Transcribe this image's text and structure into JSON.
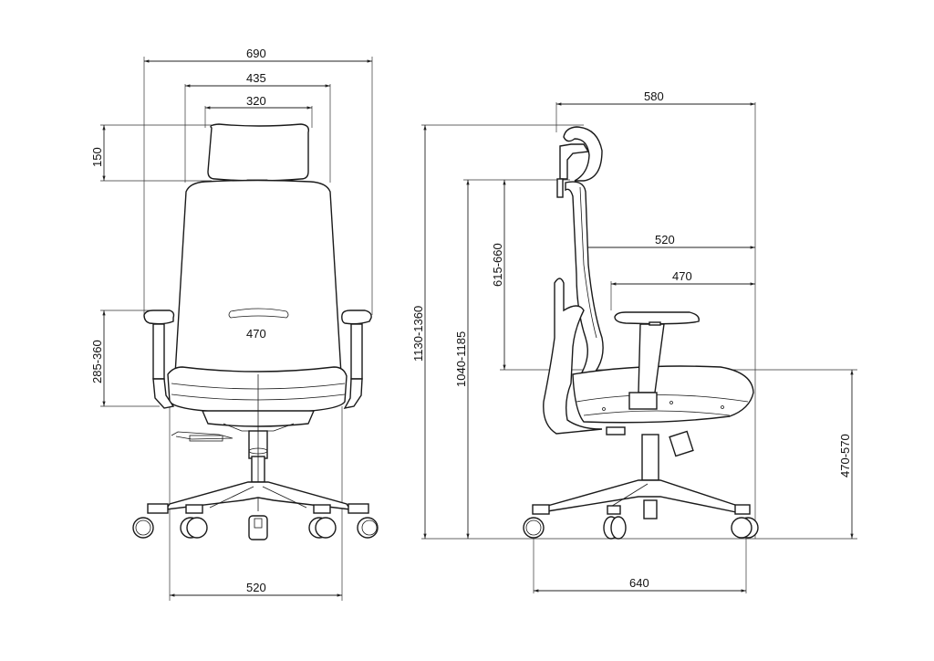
{
  "diagram": {
    "subject": "Office chair dimensional drawing",
    "views": [
      {
        "name": "front-view"
      },
      {
        "name": "side-view"
      }
    ],
    "units_implied": "mm"
  },
  "front_view": {
    "dimensions": {
      "overall_width": "690",
      "backrest_width": "435",
      "headrest_width": "320",
      "headrest_height": "150",
      "seat_width": "470",
      "armrest_height": "285-360",
      "base_width": "520"
    }
  },
  "side_view": {
    "dimensions": {
      "overall_depth": "580",
      "overall_height": "1130-1360",
      "backrest_top_height": "1040-1185",
      "backrest_height": "615-660",
      "lumbar_depth": "520",
      "seat_depth": "470",
      "seat_height": "470-570",
      "base_depth": "640"
    }
  },
  "colors": {
    "line": "#1a1a1a",
    "background": "#ffffff"
  }
}
